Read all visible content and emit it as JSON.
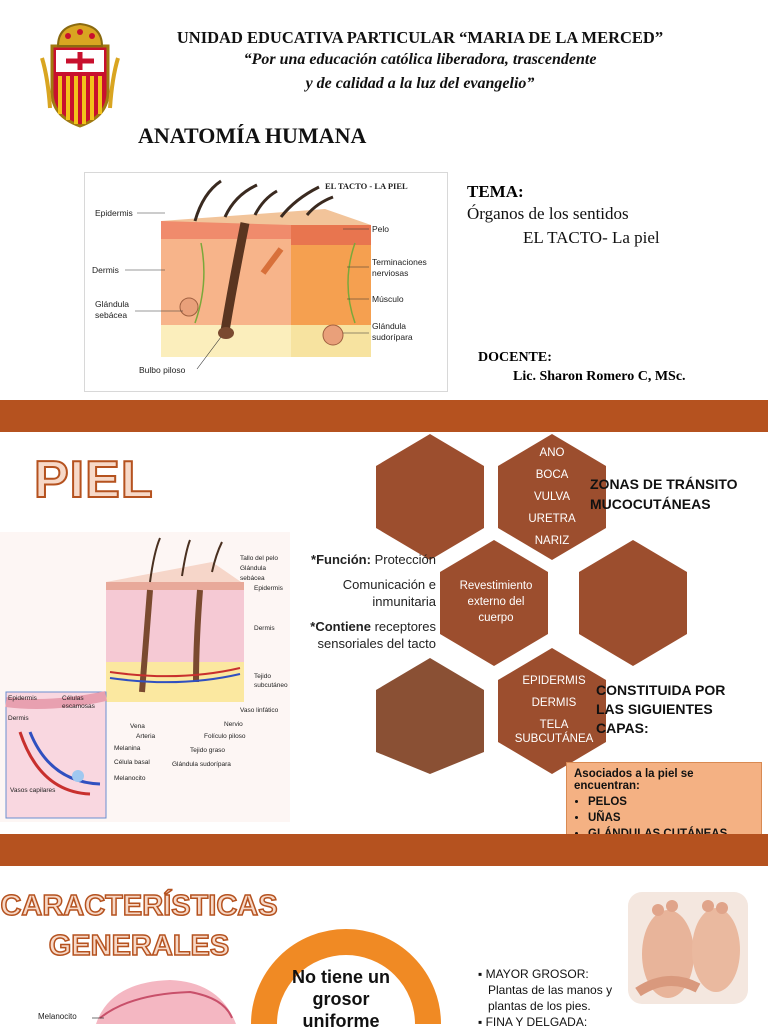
{
  "slide1": {
    "school": "UNIDAD EDUCATIVA PARTICULAR “MARIA DE LA MERCED”",
    "motto_line1": "“Por una educación católica liberadora, trascendente",
    "motto_line2": "y de calidad a la luz del evangelio”",
    "subject": "ANATOMÍA HUMANA",
    "diagram": {
      "title": "EL TACTO - LA PIEL",
      "labels": {
        "epidermis": "Epidermis",
        "dermis": "Dermis",
        "glandula_sebacea_1": "Glándula",
        "glandula_sebacea_2": "sebácea",
        "bulbo": "Bulbo piloso",
        "pelo": "Pelo",
        "terminaciones_1": "Terminaciones",
        "terminaciones_2": "nerviosas",
        "musculo": "Músculo",
        "glandula_sud_1": "Glándula",
        "glandula_sud_2": "sudorípara"
      }
    },
    "tema_heading": "TEMA:",
    "tema_line1": "Órganos de los sentidos",
    "tema_line2": "EL TACTO- La piel",
    "docente_heading": "DOCENTE:",
    "docente_name": "Lic. Sharon Romero C, MSc."
  },
  "slide2": {
    "title": "PIEL",
    "hex_top": [
      "ANO",
      "BOCA",
      "VULVA",
      "URETRA",
      "NARIZ"
    ],
    "zonas_1": "ZONAS DE TRÁNSITO",
    "zonas_2": "MUCOCUTÁNEAS",
    "hex_mid": [
      "Revestimiento",
      "externo del",
      "cuerpo"
    ],
    "funcion_label": "*Función:",
    "funcion_1": " Protección",
    "funcion_2": "Comunicación e",
    "funcion_3": "inmunitaria",
    "contiene_label": "*Contiene",
    "contiene_1": " receptores",
    "contiene_2": "sensoriales del tacto",
    "hex_bottom": [
      "EPIDERMIS",
      "DERMIS",
      "TELA",
      "SUBCUTÁNEA"
    ],
    "constituida_1": "CONSTITUIDA POR",
    "constituida_2": "LAS SIGUIENTES",
    "constituida_3": "CAPAS:",
    "assoc_heading_1": "Asociados a la piel se",
    "assoc_heading_2": "encuentran:",
    "assoc_items": [
      "PELOS",
      "UÑAS",
      "GLÁNDULAS CUTÁNEAS"
    ],
    "diagram_labels": {
      "tallo": "Tallo del pelo",
      "glandula_sebacea": "Glándula sebácea",
      "epidermis": "Epidermis",
      "dermis": "Dermis",
      "tejido_sub_1": "Tejido",
      "tejido_sub_2": "subcutáneo",
      "vaso_linfatico": "Vaso linfático",
      "nervio": "Nervio",
      "foliculo": "Folículo piloso",
      "tejido_graso": "Tejido graso",
      "glandula_sud": "Glándula sudorípara",
      "vena": "Vena",
      "arteria": "Arteria",
      "inset_epidermis": "Epidermis",
      "inset_celulas_1": "Células",
      "inset_celulas_2": "escamosas",
      "inset_dermis": "Dermis",
      "melanina": "Melanina",
      "celula_basal": "Célula basal",
      "melanocito": "Melanocito",
      "vasos": "Vasos capilares"
    }
  },
  "slide3": {
    "title_1": "CARACTERÍSTICAS",
    "title_2": "GENERALES",
    "melanocito": "Melanocito",
    "grosor_1": "No tiene un",
    "grosor_2": "grosor",
    "grosor_3": "uniforme",
    "bullet_1": "MAYOR GROSOR:",
    "bullet_1b": "Plantas de las manos y",
    "bullet_1c": "plantas de los pies.",
    "bullet_2": "FINA Y DELGADA:"
  },
  "colors": {
    "band": "#b5521f",
    "hex": "#9c4e2e",
    "hex_light": "#8a5034",
    "title_fill": "#f7d9c8",
    "assoc_box": "#f4b183"
  }
}
